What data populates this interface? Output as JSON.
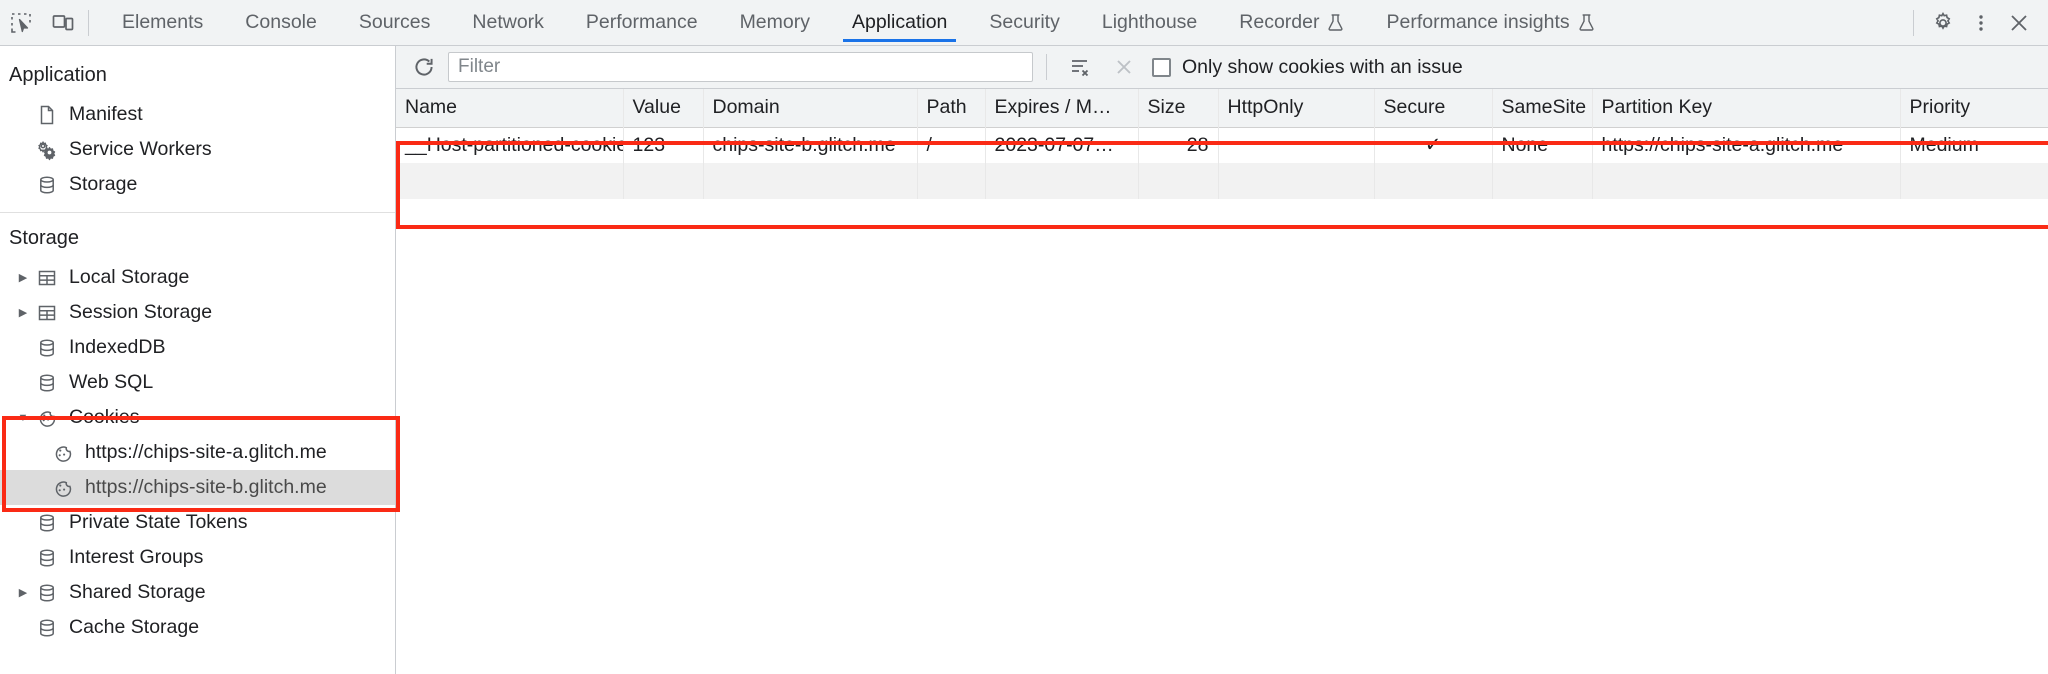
{
  "toolbar": {
    "inspect_icon": "inspect-element-icon",
    "device_icon": "device-toolbar-icon",
    "tabs": [
      {
        "label": "Elements",
        "active": false,
        "experimental": false
      },
      {
        "label": "Console",
        "active": false,
        "experimental": false
      },
      {
        "label": "Sources",
        "active": false,
        "experimental": false
      },
      {
        "label": "Network",
        "active": false,
        "experimental": false
      },
      {
        "label": "Performance",
        "active": false,
        "experimental": false
      },
      {
        "label": "Memory",
        "active": false,
        "experimental": false
      },
      {
        "label": "Application",
        "active": true,
        "experimental": false
      },
      {
        "label": "Security",
        "active": false,
        "experimental": false
      },
      {
        "label": "Lighthouse",
        "active": false,
        "experimental": false
      },
      {
        "label": "Recorder",
        "active": false,
        "experimental": true
      },
      {
        "label": "Performance insights",
        "active": false,
        "experimental": true
      }
    ],
    "settings_icon": "gear-icon",
    "more_icon": "more-vertical-icon",
    "close_icon": "close-icon"
  },
  "sidebar": {
    "application": {
      "title": "Application",
      "items": [
        {
          "label": "Manifest",
          "icon": "document-icon",
          "expandable": false,
          "selected": false
        },
        {
          "label": "Service Workers",
          "icon": "gears-icon",
          "expandable": false,
          "selected": false
        },
        {
          "label": "Storage",
          "icon": "database-icon",
          "expandable": false,
          "selected": false
        }
      ]
    },
    "storage": {
      "title": "Storage",
      "items": [
        {
          "label": "Local Storage",
          "icon": "table-icon",
          "expandable": true,
          "expanded": false,
          "selected": false
        },
        {
          "label": "Session Storage",
          "icon": "table-icon",
          "expandable": true,
          "expanded": false,
          "selected": false
        },
        {
          "label": "IndexedDB",
          "icon": "database-icon",
          "expandable": false,
          "selected": false
        },
        {
          "label": "Web SQL",
          "icon": "database-icon",
          "expandable": false,
          "selected": false
        },
        {
          "label": "Cookies",
          "icon": "cookie-icon",
          "expandable": true,
          "expanded": true,
          "selected": false
        },
        {
          "label": "https://chips-site-a.glitch.me",
          "icon": "cookie-icon",
          "expandable": false,
          "selected": false,
          "depth": 2
        },
        {
          "label": "https://chips-site-b.glitch.me",
          "icon": "cookie-icon",
          "expandable": false,
          "selected": true,
          "depth": 2
        },
        {
          "label": "Private State Tokens",
          "icon": "database-icon",
          "expandable": false,
          "selected": false
        },
        {
          "label": "Interest Groups",
          "icon": "database-icon",
          "expandable": false,
          "selected": false
        },
        {
          "label": "Shared Storage",
          "icon": "database-icon",
          "expandable": true,
          "expanded": false,
          "selected": false
        },
        {
          "label": "Cache Storage",
          "icon": "database-icon",
          "expandable": false,
          "selected": false
        }
      ]
    }
  },
  "filterbar": {
    "refresh_icon": "refresh-icon",
    "filter_placeholder": "Filter",
    "filter_value": "",
    "clear_filtered_icon": "clear-filtered-icon",
    "clear_all_icon": "clear-all-icon",
    "checkbox_label": "Only show cookies with an issue",
    "checkbox_checked": false
  },
  "cookies_table": {
    "columns": [
      {
        "key": "name",
        "label": "Name"
      },
      {
        "key": "value",
        "label": "Value"
      },
      {
        "key": "domain",
        "label": "Domain"
      },
      {
        "key": "path",
        "label": "Path"
      },
      {
        "key": "expires",
        "label": "Expires / M…"
      },
      {
        "key": "size",
        "label": "Size"
      },
      {
        "key": "httponly",
        "label": "HttpOnly"
      },
      {
        "key": "secure",
        "label": "Secure"
      },
      {
        "key": "samesite",
        "label": "SameSite"
      },
      {
        "key": "partition_key",
        "label": "Partition Key"
      },
      {
        "key": "priority",
        "label": "Priority"
      }
    ],
    "rows": [
      {
        "name": "__Host-partitioned-cookie",
        "value": "123",
        "domain": "chips-site-b.glitch.me",
        "path": "/",
        "expires": "2023-07-07…",
        "size": "28",
        "httponly": "",
        "secure": "✓",
        "samesite": "None",
        "partition_key": "https://chips-site-a.glitch.me",
        "priority": "Medium"
      }
    ]
  },
  "annotations": {
    "highlight_color": "#fa2a15",
    "boxes": [
      "cookies-sidebar-highlight",
      "cookies-table-highlight"
    ]
  }
}
